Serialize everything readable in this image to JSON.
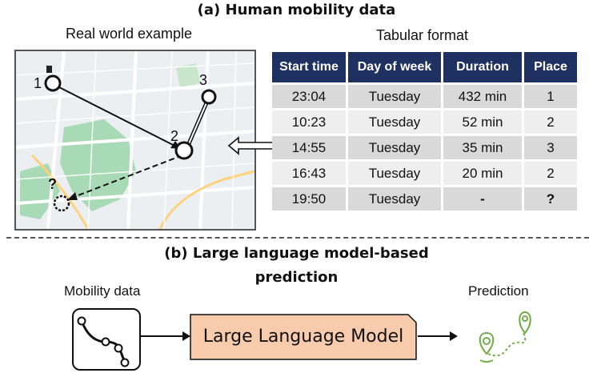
{
  "section_a": {
    "title": "(a) Human mobility data",
    "real_world_label": "Real world example",
    "tabular_label": "Tabular format",
    "map_points": [
      "1",
      "2",
      "3",
      "?"
    ]
  },
  "table": {
    "headers": [
      "Start time",
      "Day of week",
      "Duration",
      "Place"
    ],
    "rows": [
      [
        "23:04",
        "Tuesday",
        "432 min",
        "1"
      ],
      [
        "10:23",
        "Tuesday",
        "52 min",
        "2"
      ],
      [
        "14:55",
        "Tuesday",
        "35 min",
        "3"
      ],
      [
        "16:43",
        "Tuesday",
        "20 min",
        "2"
      ],
      [
        "19:50",
        "Tuesday",
        "-",
        "?"
      ]
    ]
  },
  "section_b": {
    "title_line1": "(b) Large language model-based",
    "title_line2": "prediction",
    "mobility_label": "Mobility data",
    "llm_label": "Large Language Model",
    "prediction_label": "Prediction"
  },
  "colors": {
    "header_bg": "#1f3160",
    "row_dark": "#d9d9d9",
    "row_light": "#eeeeee",
    "llm_fill": "#f8cbad",
    "pin_green": "#70ad47"
  }
}
